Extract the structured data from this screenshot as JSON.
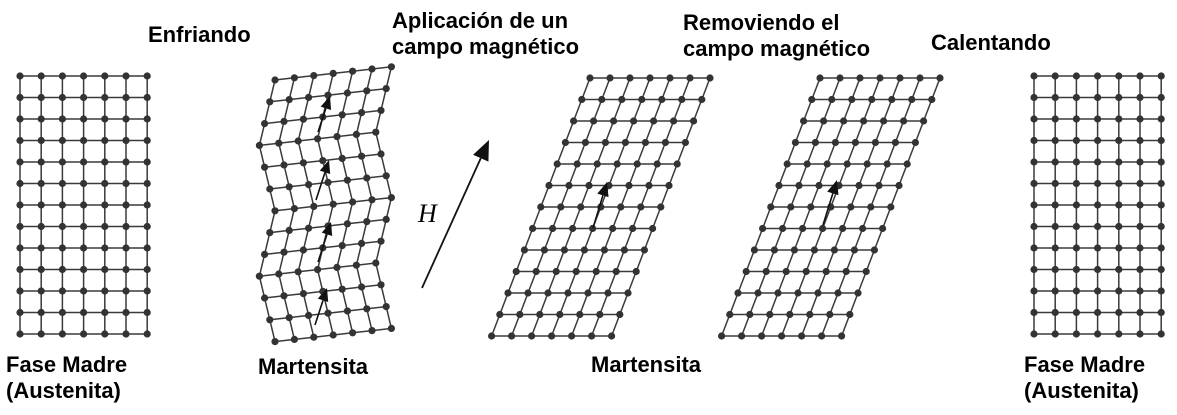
{
  "labels": {
    "cooling": "Enfriando",
    "field_apply": [
      "Aplicación de un",
      "campo magnético"
    ],
    "field_remove": [
      "Removiendo el",
      "campo magnético"
    ],
    "heating": "Calentando",
    "parent_left": [
      "Fase Madre",
      "(Austenita)"
    ],
    "martensite_twinned": "Martensita",
    "martensite_detwinned": "Martensita",
    "parent_right": [
      "Fase Madre",
      "(Austenita)"
    ],
    "field_symbol": "H"
  },
  "colors": {
    "lattice_line": "#3a3a3a",
    "atom": "#333333",
    "arrow": "#111111",
    "text": "#000000"
  }
}
